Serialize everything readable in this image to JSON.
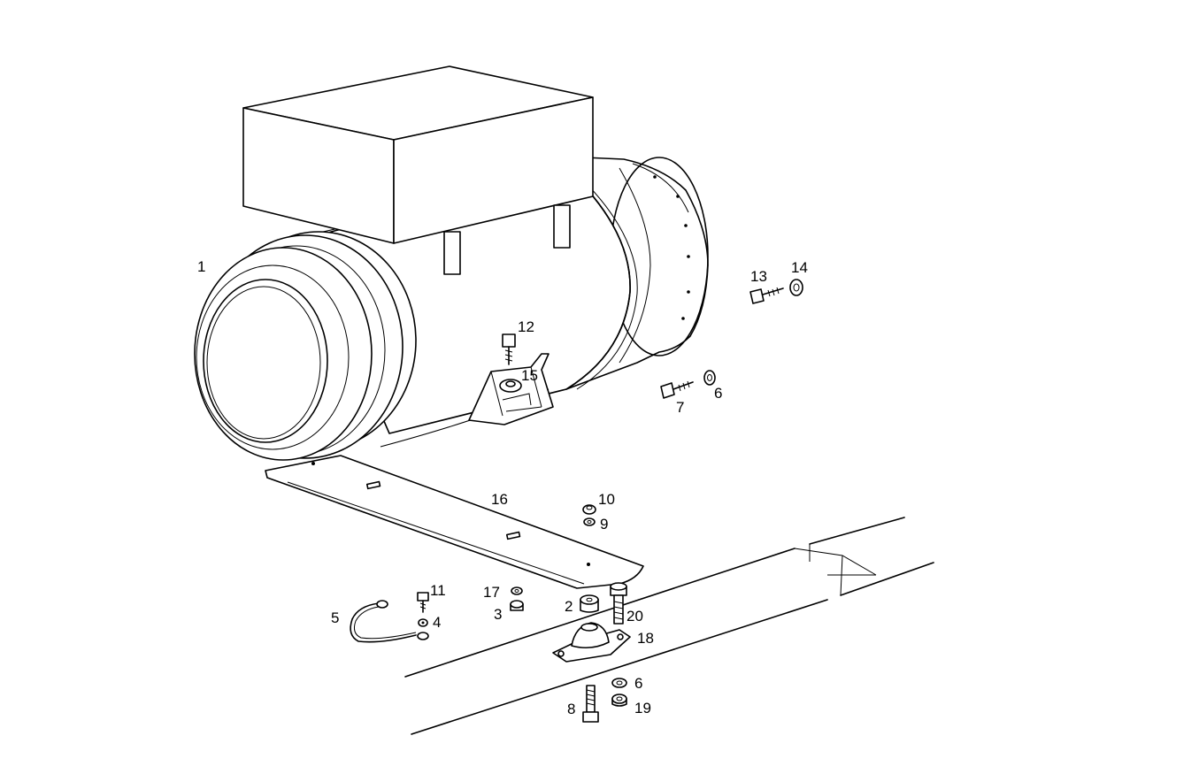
{
  "labels": {
    "generator": "1",
    "rubber_bush": "2",
    "nut_3": "3",
    "washer_4": "4",
    "earth_cable": "5",
    "washer_6_upper": "6",
    "screw_7": "7",
    "screw_8": "8",
    "washer_9": "9",
    "nut_10": "10",
    "screw_11": "11",
    "screw_12": "12",
    "screw_13": "13",
    "washer_14": "14",
    "washer_15": "15",
    "plate_16": "16",
    "washer_17": "17",
    "mount_18": "18",
    "washer_19": "19",
    "washer_6_lower": "6",
    "bolt_20": "20"
  }
}
